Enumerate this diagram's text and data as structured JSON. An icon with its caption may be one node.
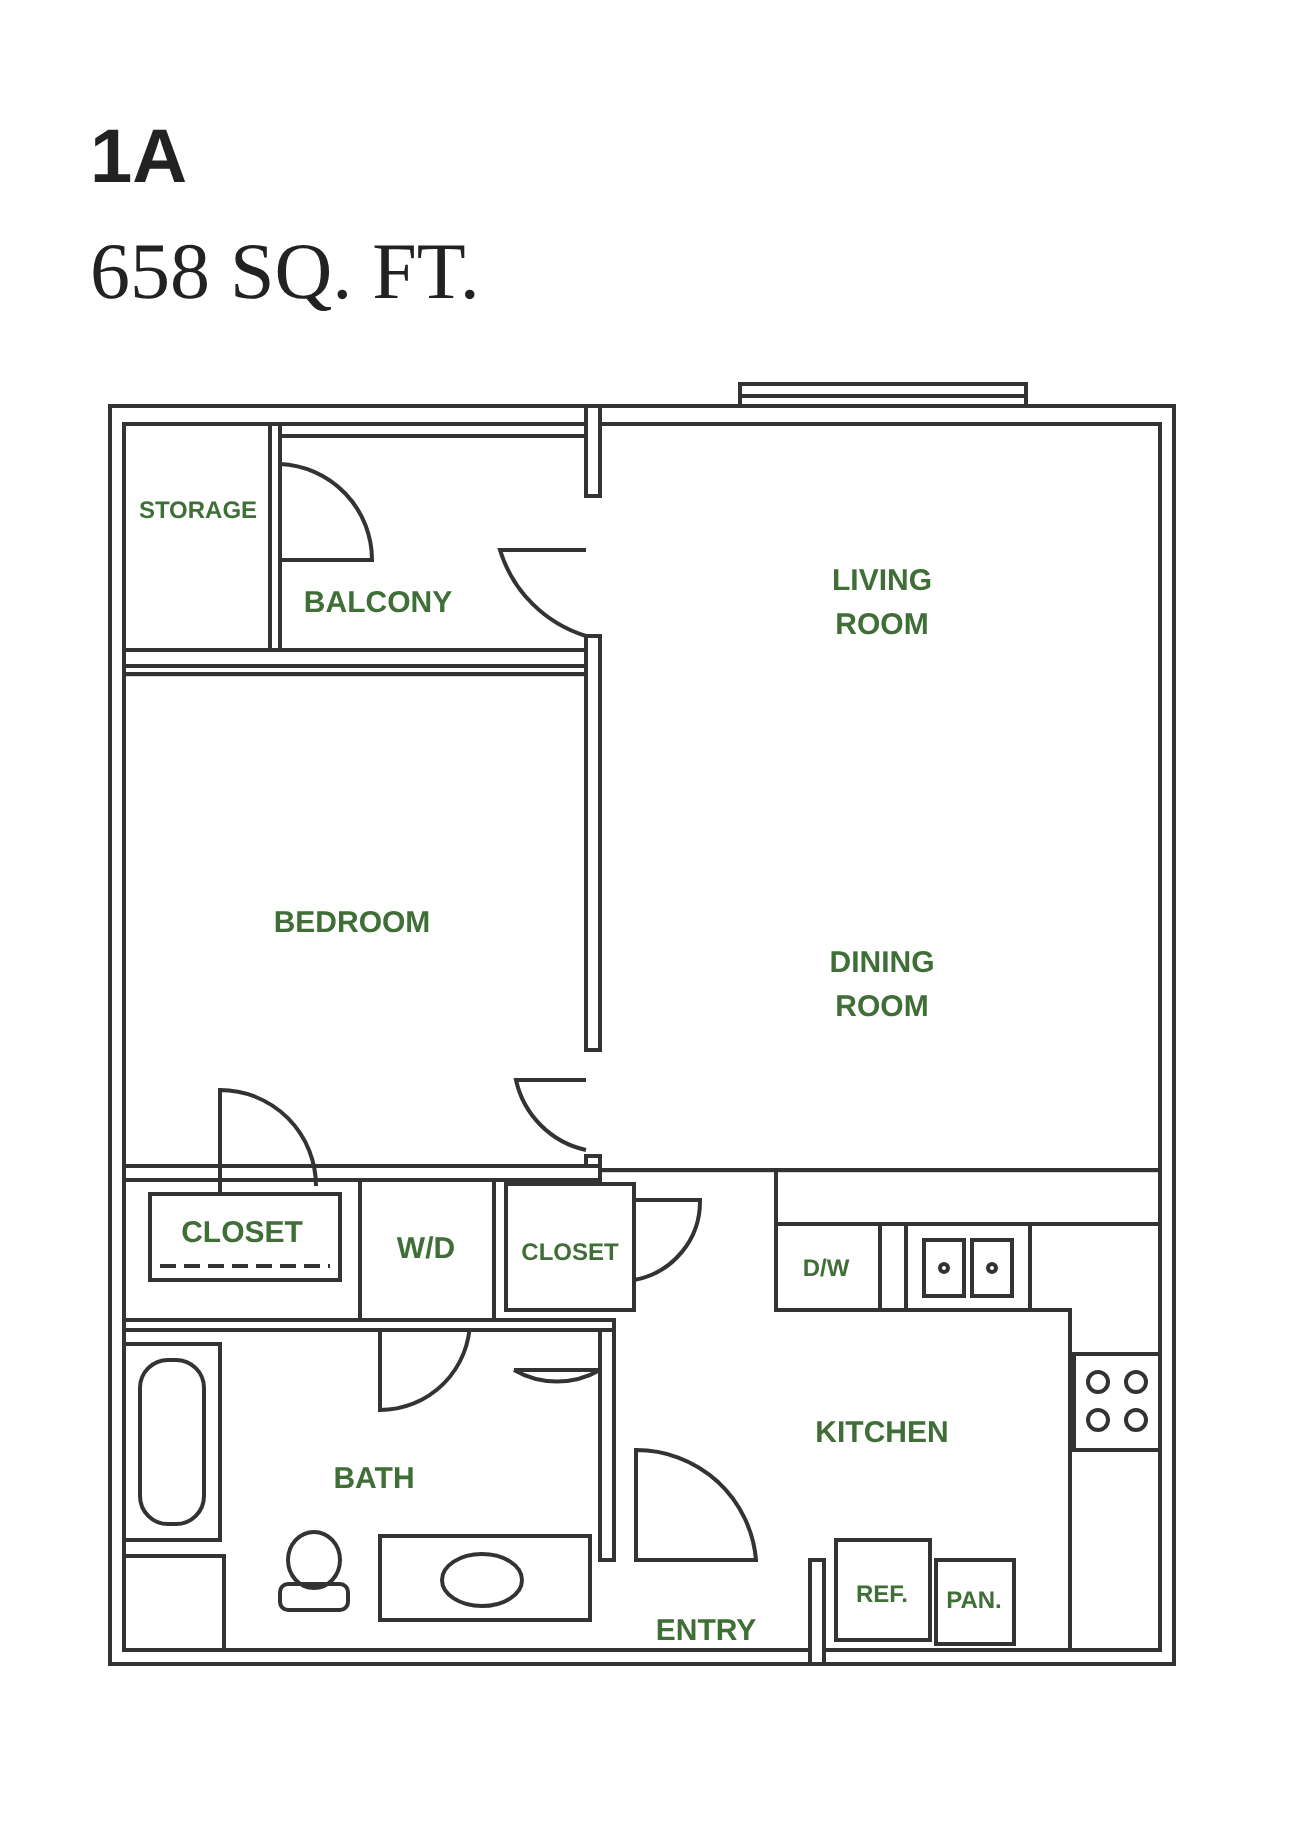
{
  "diagram": {
    "title": "1A",
    "labels": [
      "658 SQ. FT.",
      "STORAGE",
      "BALCONY",
      "LIVING ROOM",
      "BEDROOM",
      "DINING ROOM",
      "CLOSET",
      "W/D",
      "CLOSET",
      "D/W",
      "KITCHEN",
      "BATH",
      "REF.",
      "PAN.",
      "ENTRY"
    ]
  }
}
